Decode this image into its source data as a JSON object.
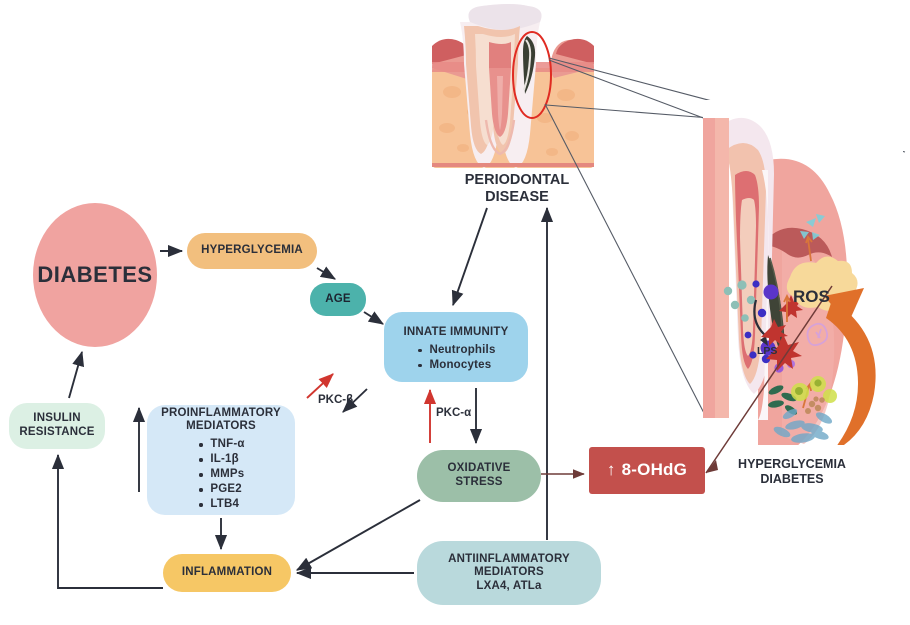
{
  "figure": {
    "title": "Periodontal disease and diabetes bidirectional pathway diagram",
    "background": "#ffffff"
  },
  "nodes": {
    "diabetes": {
      "label": "DIABETES",
      "color": "#f0a3a0",
      "shape": "ellipse"
    },
    "hyperglycemia": {
      "label": "HYPERGLYCEMIA",
      "color": "#f2bf7e",
      "shape": "rounded-rect"
    },
    "age": {
      "label": "AGE",
      "color": "#4cb2ab",
      "shape": "rounded-rect"
    },
    "innate_immunity": {
      "title": "INNATE IMMUNITY",
      "color": "#9ed3ec",
      "items": [
        "Neutrophils",
        "Monocytes"
      ]
    },
    "oxidative_stress": {
      "line1": "OXIDATIVE",
      "line2": "STRESS",
      "color": "#9cbfa8"
    },
    "antiinflammatory": {
      "line1": "ANTIINFLAMMATORY",
      "line2": "MEDIATORS",
      "line3": "LXA4, ATLa",
      "color": "#b9d9dc"
    },
    "ohdg": {
      "arrow": "↑",
      "label": "8-OHdG",
      "color": "#c3504c",
      "text_color": "#ffffff"
    },
    "proinflammatory": {
      "title_line1": "PROINFLAMMATORY",
      "title_line2": "MEDIATORS",
      "color": "#d5e8f7",
      "items": [
        "TNF-α",
        "IL-1β",
        " MMPs",
        "PGE2",
        "LTB4"
      ]
    },
    "inflammation": {
      "label": "INFLAMMATION",
      "color": "#f6c765"
    },
    "insulin_resistance": {
      "line1": "INSULIN",
      "line2": "RESISTANCE",
      "color": "#dcf0e4"
    }
  },
  "labels": {
    "periodontal_disease": {
      "line1": "PERIODONTAL",
      "line2": "DISEASE"
    },
    "hyperglycemia_diabetes": {
      "line1": "HYPERGLYCEMIA",
      "line2": "DIABETES"
    },
    "pkc_beta": "PKC-β",
    "pkc_alpha": "PKC-α",
    "ros": "ROS",
    "lps": "LPS"
  },
  "colors": {
    "arrow_dark": "#2b2f3a",
    "arrow_red": "#d1362f",
    "arrow_maroon": "#6e3b38",
    "callout_line": "#555b66",
    "lesion_circle": "#e02b22",
    "orange_sweep": "#e0702a",
    "tooth_enamel": "#efe6ec",
    "tooth_dentin": "#f0c0ac",
    "pulp": "#e0827f",
    "gum": "#ef9f97",
    "gum_dark": "#d4605f",
    "bone": "#f7c59a"
  }
}
